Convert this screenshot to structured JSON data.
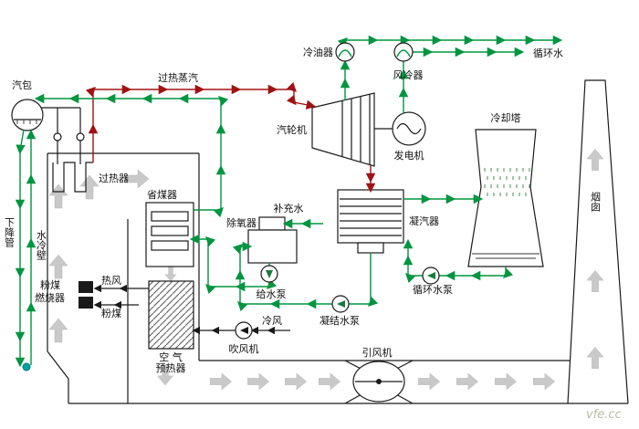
{
  "diagram": {
    "labels": {
      "steam_drum": "汽包",
      "superheated_steam": "过热蒸汽",
      "superheater": "过热器",
      "economizer": "省煤器",
      "deaerator": "除氧器",
      "makeup_water": "补充水",
      "condenser": "凝汽器",
      "turbine": "汽轮机",
      "generator": "发电机",
      "oil_cooler": "冷油器",
      "air_cooler": "风冷器",
      "circulating_water": "循环水",
      "cooling_tower": "冷却塔",
      "chimney": "烟囱",
      "downcomer": "下降管",
      "water_wall": "水冷壁",
      "burner_line1": "粉煤",
      "burner_line2": "燃烧器",
      "hot_air": "热风",
      "coal": "粉煤",
      "air_preheater_line1": "空 气",
      "air_preheater_line2": "预热器",
      "fd_fan": "吹风机",
      "cold_air": "冷风",
      "feed_pump": "给水泵",
      "condensate_pump": "凝结水泵",
      "circulating_pump": "循环水泵",
      "id_fan": "引风机",
      "watermark": "vfe.cc"
    },
    "colors": {
      "steam_line": "#a11212",
      "water_line": "#00953f",
      "flue_arrow": "#c9c9c9",
      "outline": "#1a1a1a"
    }
  }
}
